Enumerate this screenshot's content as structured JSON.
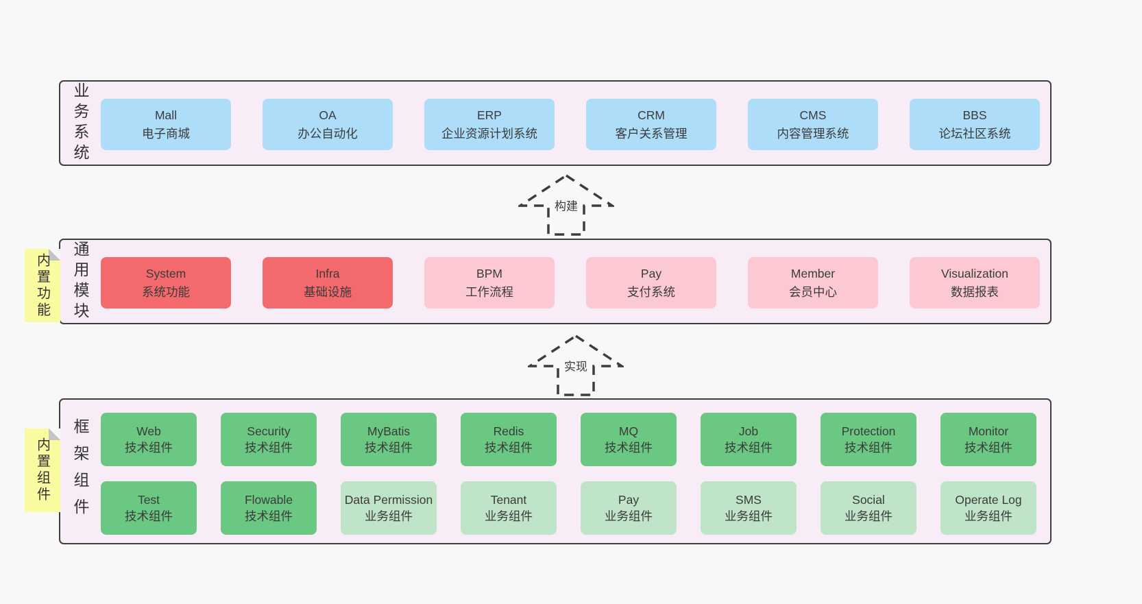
{
  "colors": {
    "page_bg": "#f8f8f8",
    "band_bg": "#f8edf6",
    "band_border": "#3f3f3f",
    "box_blue": "#aeddfa",
    "box_red": "#f3696e",
    "box_pink": "#fcc9d2",
    "box_green": "#6ac883",
    "box_green_light": "#c0e4c8",
    "sticky_yellow": "#fafaa0",
    "sticky_fold_gray": "#c4c4c4",
    "text": "#3b3b3b"
  },
  "arrows": [
    {
      "label": "构建"
    },
    {
      "label": "实现"
    }
  ],
  "bands": [
    {
      "label": "业务系统",
      "boxes": [
        {
          "title": "Mall",
          "subtitle": "电子商城",
          "color": "blue"
        },
        {
          "title": "OA",
          "subtitle": "办公自动化",
          "color": "blue"
        },
        {
          "title": "ERP",
          "subtitle": "企业资源计划系统",
          "color": "blue"
        },
        {
          "title": "CRM",
          "subtitle": "客户关系管理",
          "color": "blue"
        },
        {
          "title": "CMS",
          "subtitle": "内容管理系统",
          "color": "blue"
        },
        {
          "title": "BBS",
          "subtitle": "论坛社区系统",
          "color": "blue"
        }
      ]
    },
    {
      "label": "通用模块",
      "sticky": "内置功能",
      "boxes": [
        {
          "title": "System",
          "subtitle": "系统功能",
          "color": "red"
        },
        {
          "title": "Infra",
          "subtitle": "基础设施",
          "color": "red"
        },
        {
          "title": "BPM",
          "subtitle": "工作流程",
          "color": "pink"
        },
        {
          "title": "Pay",
          "subtitle": "支付系统",
          "color": "pink"
        },
        {
          "title": "Member",
          "subtitle": "会员中心",
          "color": "pink"
        },
        {
          "title": "Visualization",
          "subtitle": "数据报表",
          "color": "pink"
        }
      ]
    },
    {
      "label": "框架组件",
      "sticky": "内置组件",
      "rows": [
        [
          {
            "title": "Web",
            "subtitle": "技术组件",
            "color": "green"
          },
          {
            "title": "Security",
            "subtitle": "技术组件",
            "color": "green"
          },
          {
            "title": "MyBatis",
            "subtitle": "技术组件",
            "color": "green"
          },
          {
            "title": "Redis",
            "subtitle": "技术组件",
            "color": "green"
          },
          {
            "title": "MQ",
            "subtitle": "技术组件",
            "color": "green"
          },
          {
            "title": "Job",
            "subtitle": "技术组件",
            "color": "green"
          },
          {
            "title": "Protection",
            "subtitle": "技术组件",
            "color": "green"
          },
          {
            "title": "Monitor",
            "subtitle": "技术组件",
            "color": "green"
          }
        ],
        [
          {
            "title": "Test",
            "subtitle": "技术组件",
            "color": "green"
          },
          {
            "title": "Flowable",
            "subtitle": "技术组件",
            "color": "green"
          },
          {
            "title": "Data Permission",
            "subtitle": "业务组件",
            "color": "green-light"
          },
          {
            "title": "Tenant",
            "subtitle": "业务组件",
            "color": "green-light"
          },
          {
            "title": "Pay",
            "subtitle": "业务组件",
            "color": "green-light"
          },
          {
            "title": "SMS",
            "subtitle": "业务组件",
            "color": "green-light"
          },
          {
            "title": "Social",
            "subtitle": "业务组件",
            "color": "green-light"
          },
          {
            "title": "Operate Log",
            "subtitle": "业务组件",
            "color": "green-light"
          }
        ]
      ]
    }
  ]
}
